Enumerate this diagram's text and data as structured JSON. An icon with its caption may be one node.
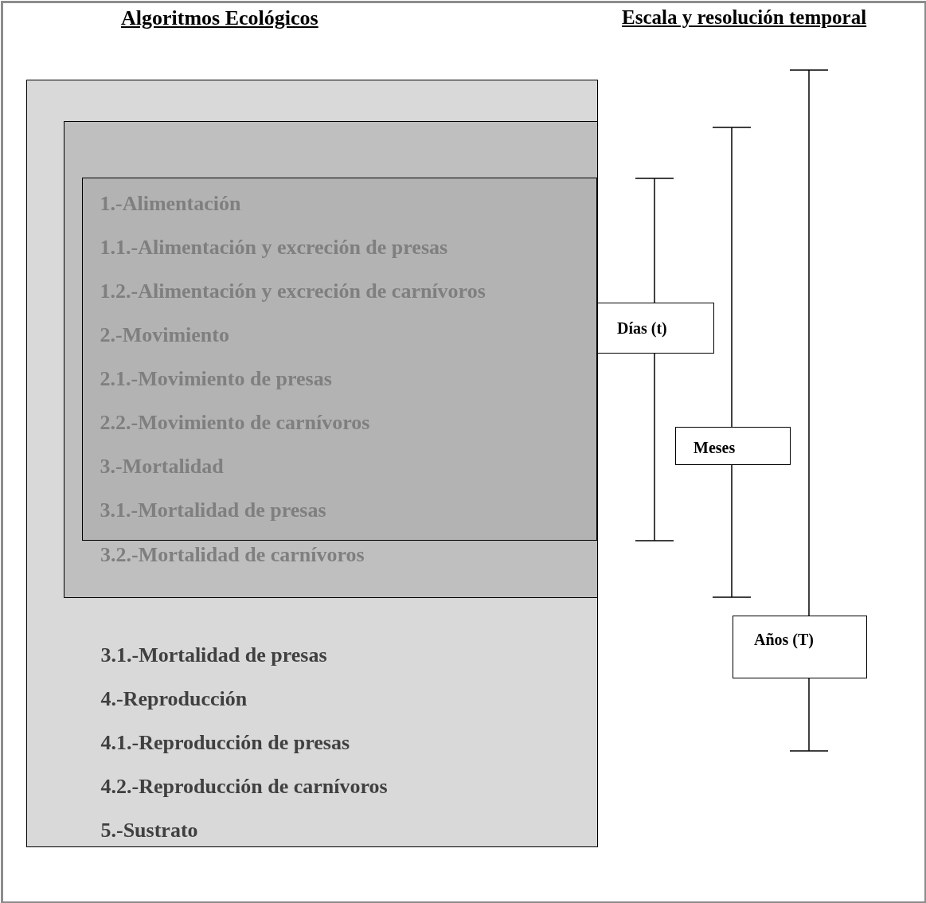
{
  "diagram": {
    "nodes": [
      {
        "text": [
          "3.1.-Mortalidad de presas",
          "4.-Reproducción",
          "4.1.-Reproducción de presas",
          "4.2.-Reproducción de carnívoros",
          "5.-Sustrato"
        ]
      },
      {
        "text": [
          "3.2.-Mortalidad de carnívoros"
        ],
        "in": 0
      },
      {
        "text": [
          "1.-Alimentación",
          "1.1.-Alimentación y excreción de presas",
          "1.2.-Alimentación y excreción de carnívoros",
          "2.-Movimiento",
          "2.1.-Movimiento de presas",
          "2.2.-Movimiento de carnívoros",
          "3.-Mortalidad",
          "3.1.-Mortalidad de presas"
        ],
        "in": 1
      },
      {
        "text": [
          "Días (t)"
        ]
      },
      {
        "text": [
          "Meses"
        ]
      },
      {
        "text": [
          "Años (T)"
        ]
      }
    ],
    "labels": [
      "Algoritmos Ecológicos",
      "Escala y resolución temporal"
    ]
  }
}
